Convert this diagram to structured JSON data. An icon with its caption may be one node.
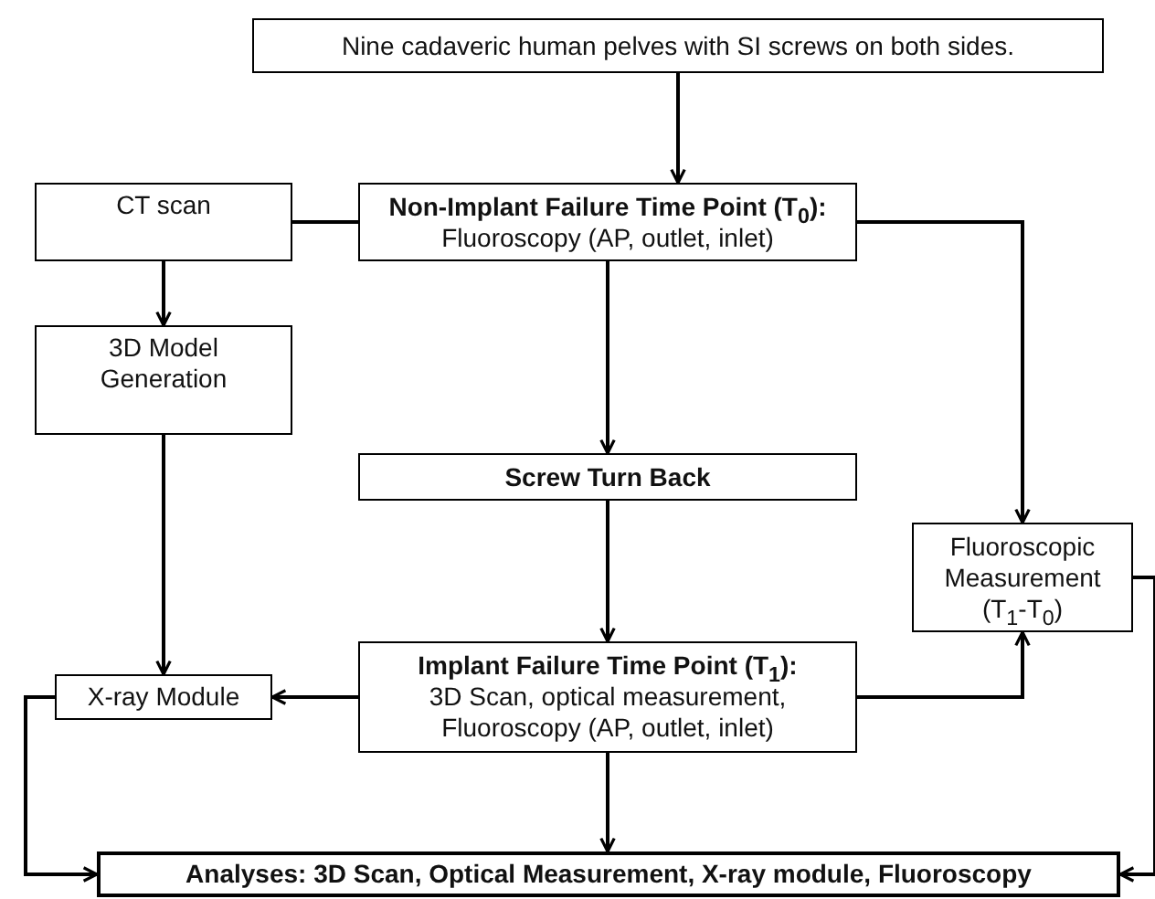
{
  "diagram": {
    "nodes": [
      {
        "text": [
          "Nine cadaveric human pelves with SI screws on both sides."
        ]
      },
      {
        "text": [
          "CT scan"
        ]
      },
      {
        "text": [
          "Non-Implant Failure Time Point (T$_{0}$):",
          "Fluoroscopy (AP, outlet, inlet)"
        ]
      },
      {
        "text": [
          "3D Model Generation"
        ]
      },
      {
        "text": [
          "Screw Turn Back"
        ]
      },
      {
        "text": [
          "Fluoroscopic Measurement (T$_{1}$-T$_{0}$)"
        ]
      },
      {
        "text": [
          "X-ray Module"
        ]
      },
      {
        "text": [
          "Implant Failure Time Point  (T$_{1}$):",
          "3D Scan, optical measurement, Fluoroscopy (AP, outlet, inlet)"
        ]
      },
      {
        "text": [
          "Analyses: 3D Scan, Optical Measurement, X-ray module, Fluoroscopy"
        ]
      }
    ],
    "edges": [
      {
        "from": 0,
        "to": 2,
        "arrow": "to"
      },
      {
        "from": 1,
        "to": 2,
        "arrow": "none"
      },
      {
        "from": 1,
        "to": 3,
        "arrow": "to"
      },
      {
        "from": 2,
        "to": 4,
        "arrow": "to"
      },
      {
        "from": 2,
        "to": 5,
        "arrow": "to"
      },
      {
        "from": 3,
        "to": 6,
        "arrow": "to"
      },
      {
        "from": 4,
        "to": 7,
        "arrow": "to"
      },
      {
        "from": 7,
        "to": 6,
        "arrow": "to"
      },
      {
        "from": 7,
        "to": 5,
        "arrow": "to"
      },
      {
        "from": 7,
        "to": 8,
        "arrow": "to"
      },
      {
        "from": 6,
        "to": 8,
        "arrow": "to"
      },
      {
        "from": 5,
        "to": 8,
        "arrow": "to"
      }
    ]
  }
}
